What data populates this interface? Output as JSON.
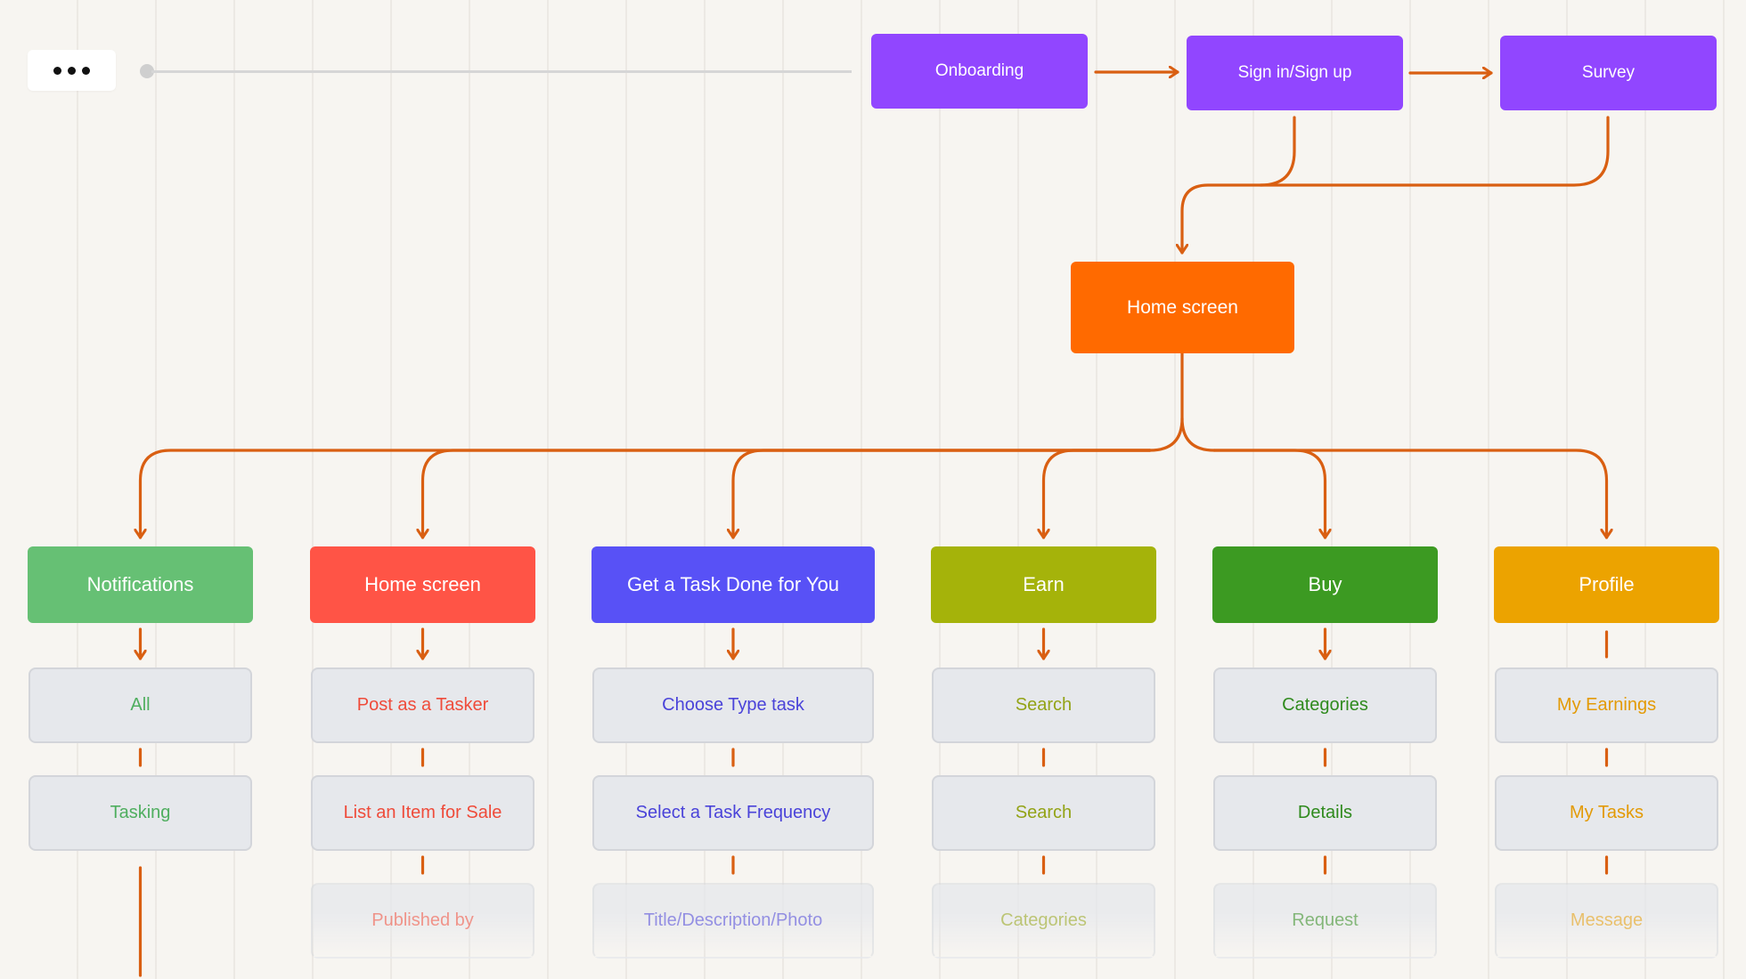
{
  "toolbar": {
    "menu_icon": "more-horizontal-icon"
  },
  "connector_color": "#d95f12",
  "top_row": [
    {
      "label": "Onboarding",
      "color": "#9146ff"
    },
    {
      "label": "Sign in/Sign up",
      "color": "#9146ff"
    },
    {
      "label": "Survey",
      "color": "#9146ff"
    }
  ],
  "home": {
    "label": "Home screen",
    "color": "#ff6a00"
  },
  "columns": [
    {
      "label": "Notifications",
      "color": "#66c074",
      "text_color": "#4fae5f",
      "items": [
        "All",
        "Tasking"
      ]
    },
    {
      "label": "Home screen",
      "color": "#ff5446",
      "text_color": "#ef4b3a",
      "items": [
        "Post as a Tasker",
        "List an Item for Sale",
        "Published by"
      ]
    },
    {
      "label": "Get a Task Done for You",
      "color": "#5851f6",
      "text_color": "#4a43d9",
      "items": [
        "Choose Type task",
        "Select a Task Frequency",
        "Title/Description/Photo"
      ]
    },
    {
      "label": "Earn",
      "color": "#a5b30a",
      "text_color": "#93a316",
      "items": [
        "Search",
        "Search",
        "Categories"
      ]
    },
    {
      "label": "Buy",
      "color": "#3c9a22",
      "text_color": "#2f8a1d",
      "items": [
        "Categories",
        "Details",
        "Request"
      ]
    },
    {
      "label": "Profile",
      "color": "#eca300",
      "text_color": "#e39a05",
      "items": [
        "My Earnings",
        "My Tasks",
        "Message"
      ]
    }
  ]
}
